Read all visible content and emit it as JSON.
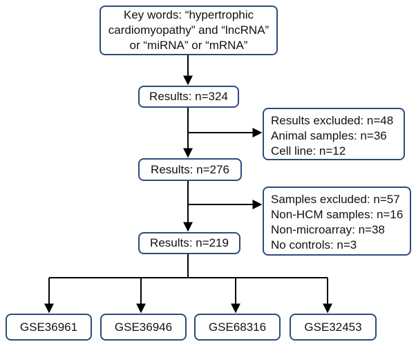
{
  "keywords_box": {
    "lines": [
      "Key words: “hypertrophic",
      "cardiomyopathy” and “lncRNA”",
      "or “miRNA” or “mRNA”"
    ]
  },
  "results_1": "Results: n=324",
  "excluded_1": {
    "lines": [
      "Results excluded: n=48",
      "Animal samples: n=36",
      "Cell line: n=12"
    ]
  },
  "results_2": "Results: n=276",
  "excluded_2": {
    "lines": [
      "Samples excluded: n=57",
      "Non-HCM samples: n=16",
      "Non-microarray: n=38",
      "No controls: n=3"
    ]
  },
  "results_3": "Results: n=219",
  "datasets": [
    "GSE36961",
    "GSE36946",
    "GSE68316",
    "GSE32453"
  ],
  "colors": {
    "border": "#2d4a7a",
    "line": "#000000"
  }
}
